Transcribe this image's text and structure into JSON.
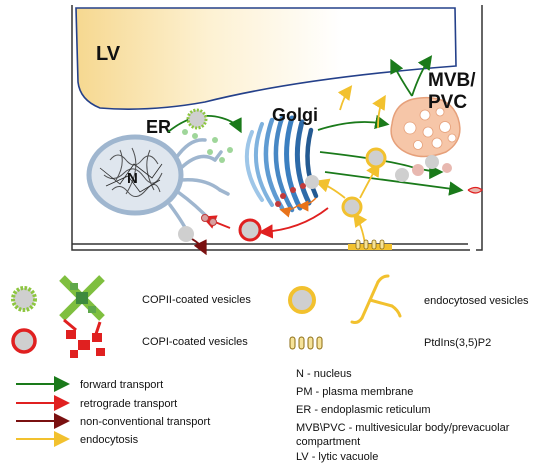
{
  "cell_labels": {
    "lv": "LV",
    "er": "ER",
    "golgi": "Golgi",
    "nucleus": "N",
    "mvb_line1": "MVB/",
    "mvb_line2": "PVC"
  },
  "legend": {
    "copii": "COPII-coated vesicles",
    "copi": "COPI-coated vesicles",
    "endocytosed": "endocytosed vesicles",
    "ptdins": "PtdIns(3,5)P2",
    "arrows": [
      {
        "label": "forward transport",
        "color": "#1a7a1a"
      },
      {
        "label": "retrograde transport",
        "color": "#e02020"
      },
      {
        "label": "non-conventional transport",
        "color": "#7a1010"
      },
      {
        "label": "endocytosis",
        "color": "#f2c12e"
      }
    ],
    "abbreviations": [
      "N - nucleus",
      "PM - plasma membrane",
      "ER - endoplasmic reticulum",
      "MVB\\PVC - multivesicular body/prevacuolar",
      "compartment",
      "LV - lytic vacuole"
    ]
  },
  "colors": {
    "forward": "#1a7a1a",
    "retrograde": "#e02020",
    "nonconventional": "#7a1010",
    "endocytosis": "#f2c12e",
    "vacuole": "#fbe7b2",
    "mvb": "#f6c6a8",
    "golgi": "#3b7fc0",
    "er": "#9fb6cf",
    "copii_coat": "#8dc63f",
    "copi_coat": "#e02020"
  }
}
